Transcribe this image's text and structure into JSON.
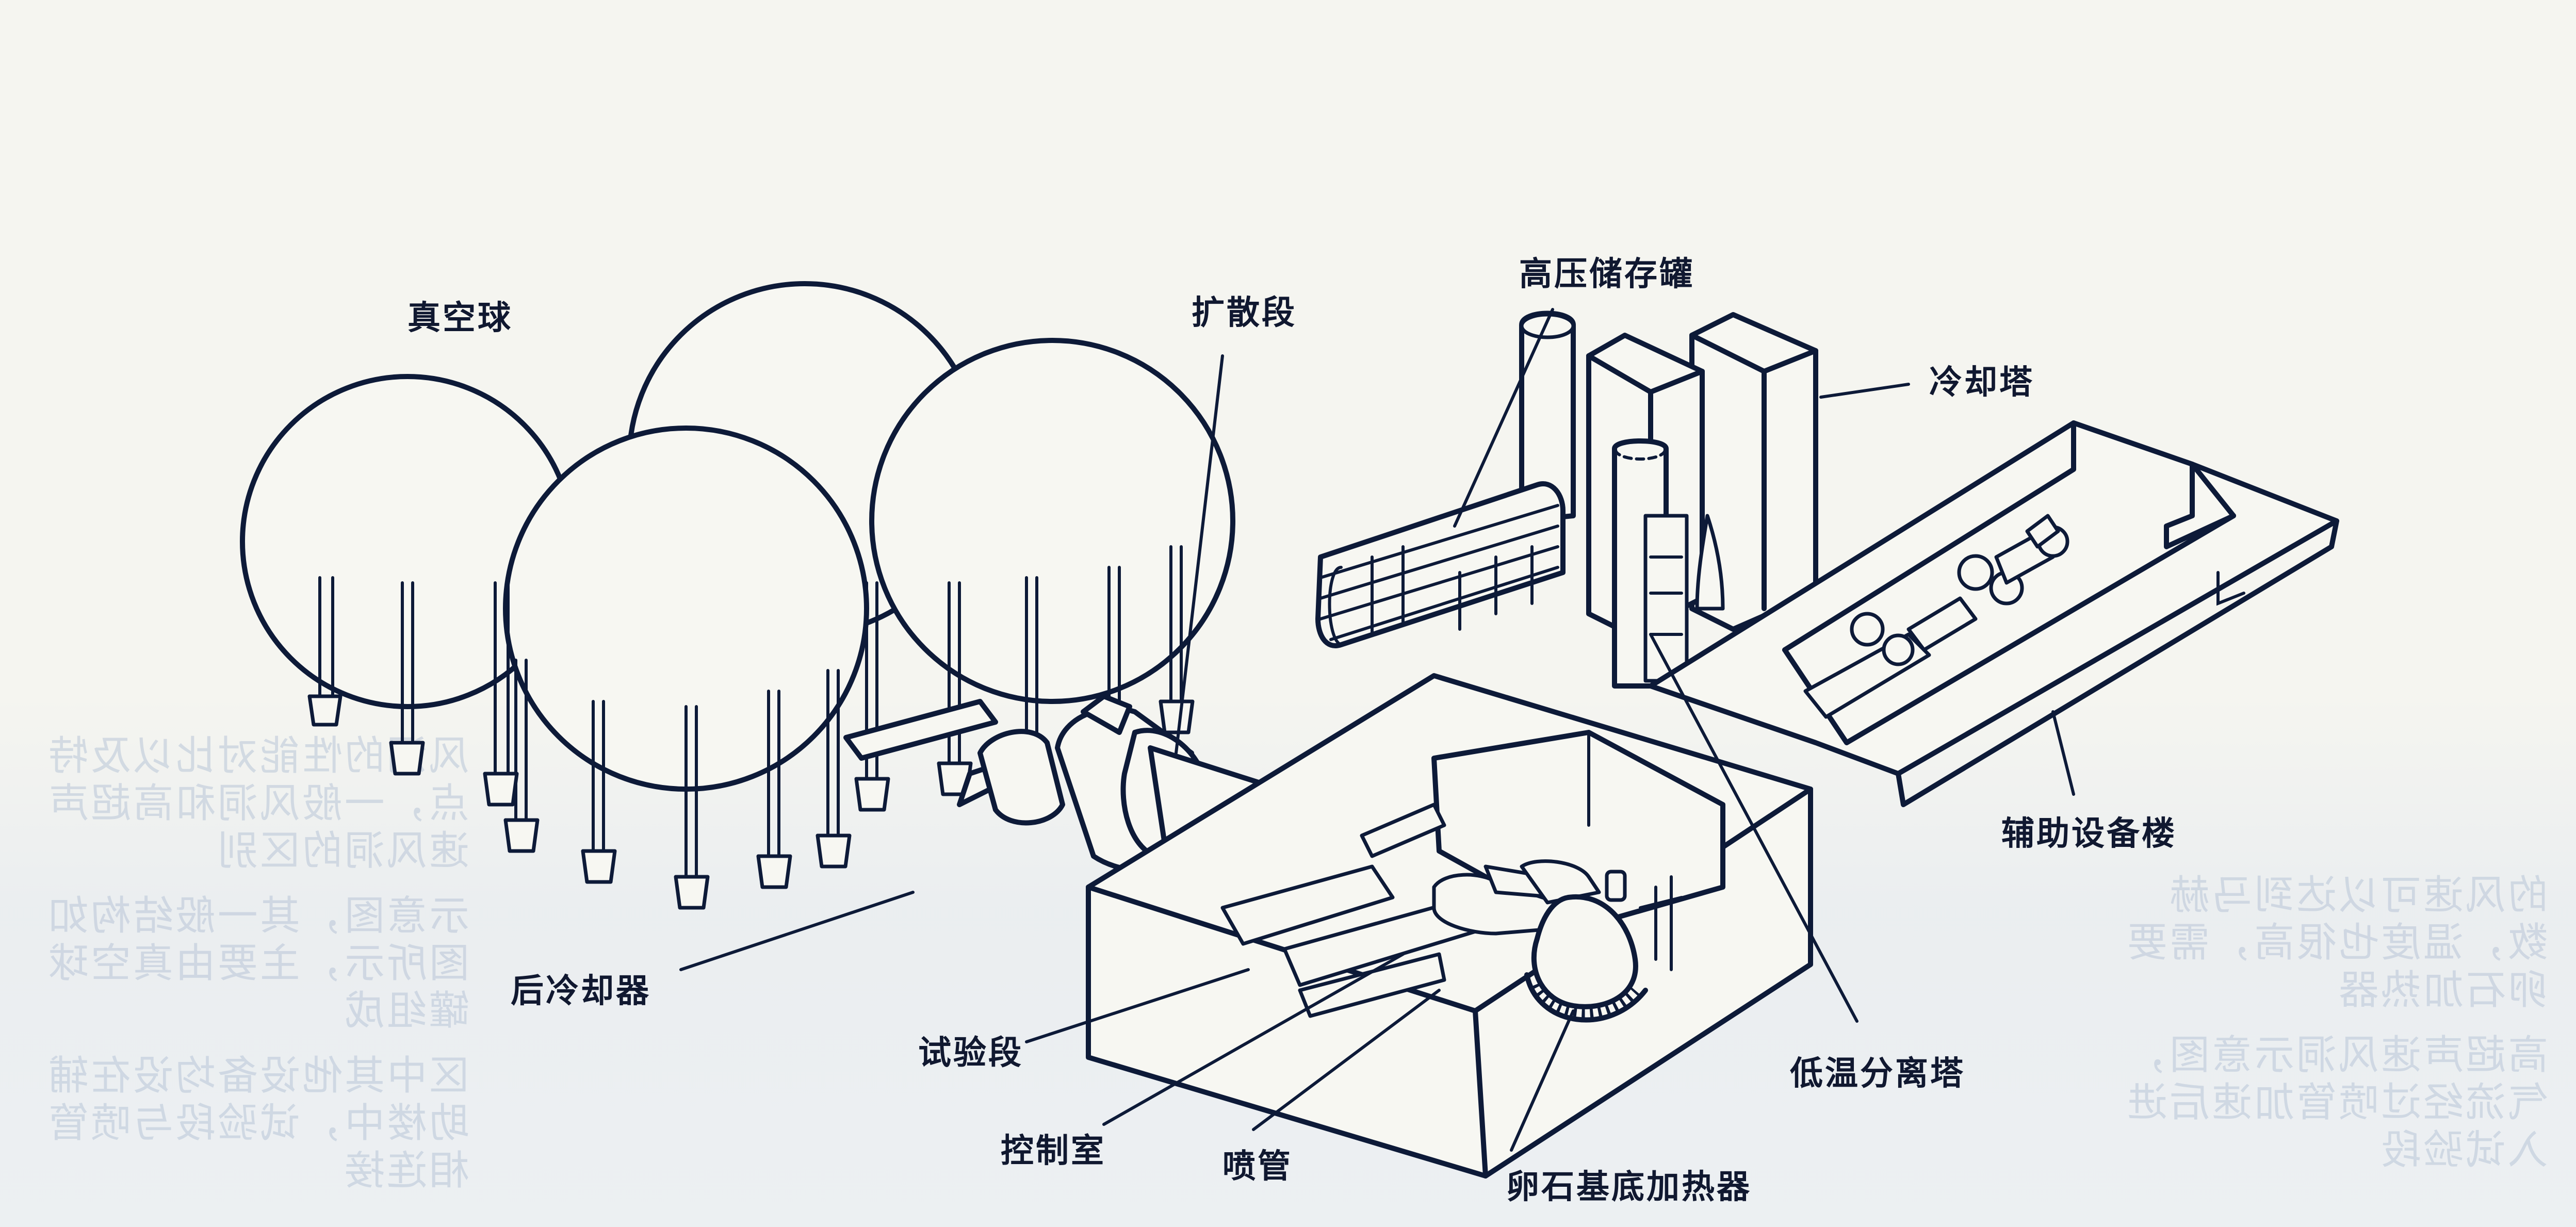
{
  "diagram": {
    "subject": "Hypersonic wind tunnel facility (cutaway illustration)",
    "ink_color": "#0d1a38",
    "paper_color": "#f5f5f0",
    "labels": {
      "vacuum_spheres": "真空球",
      "diffuser": "扩散段",
      "high_pressure_tanks": "高压储存罐",
      "cooling_tower": "冷却塔",
      "auxiliary_building": "辅助设备楼",
      "aftercooler": "后冷却器",
      "test_section": "试验段",
      "control_room": "控制室",
      "nozzle": "喷管",
      "pebble_bed_heater": "卵石基底加热器",
      "cryogenic_separator": "低温分离塔"
    },
    "bleed_through_text": [
      "风洞的性能对比以及特点，一般风洞和高超声速风洞的区别",
      "示意图，其一般结构如图所示，主要由真空球罐组成",
      "区中其他设备均设在辅助楼中，试验段与喷管相连接",
      "的风速可以达到马赫数，温度也很高，需要卵石加热器",
      "高超声速风洞示意图，气流经过喷管加速后进入试验段"
    ]
  }
}
